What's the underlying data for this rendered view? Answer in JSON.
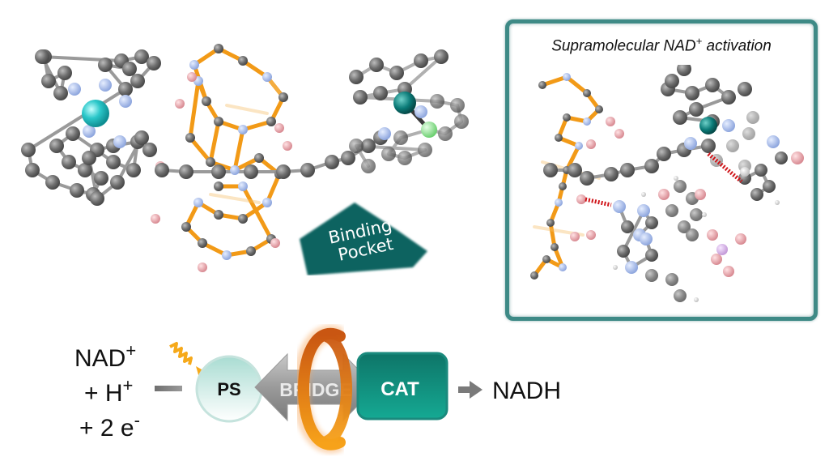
{
  "figure": {
    "inset": {
      "title_main": "Supramolecular NAD",
      "title_sup": "+",
      "title_rest": " activation"
    },
    "binding_pocket": {
      "line1": "Binding",
      "line2": "Pocket"
    },
    "scheme": {
      "reactants": [
        {
          "text": "NAD",
          "sup": "+"
        },
        {
          "text": "+ H",
          "sup": "+"
        },
        {
          "text": "+ 2 e",
          "sup": "-"
        }
      ],
      "components": {
        "ps": "PS",
        "bridge": "BRIDGE",
        "cat": "CAT"
      },
      "product": "NADH"
    },
    "colors": {
      "teal_dark": "#0e6461",
      "teal_cat": "#12a08e",
      "orange": "#f29a17",
      "carbon": "#6b6b6b",
      "nitrogen": "#9fb4e8",
      "oxygen": "#e8a0a6",
      "metal_left": "#27c7c9",
      "metal_right": "#0b7b78",
      "chloride": "#8ee090",
      "ps_fill": "#c8e9e3",
      "bridge_gray": "#9a9a9a"
    }
  }
}
